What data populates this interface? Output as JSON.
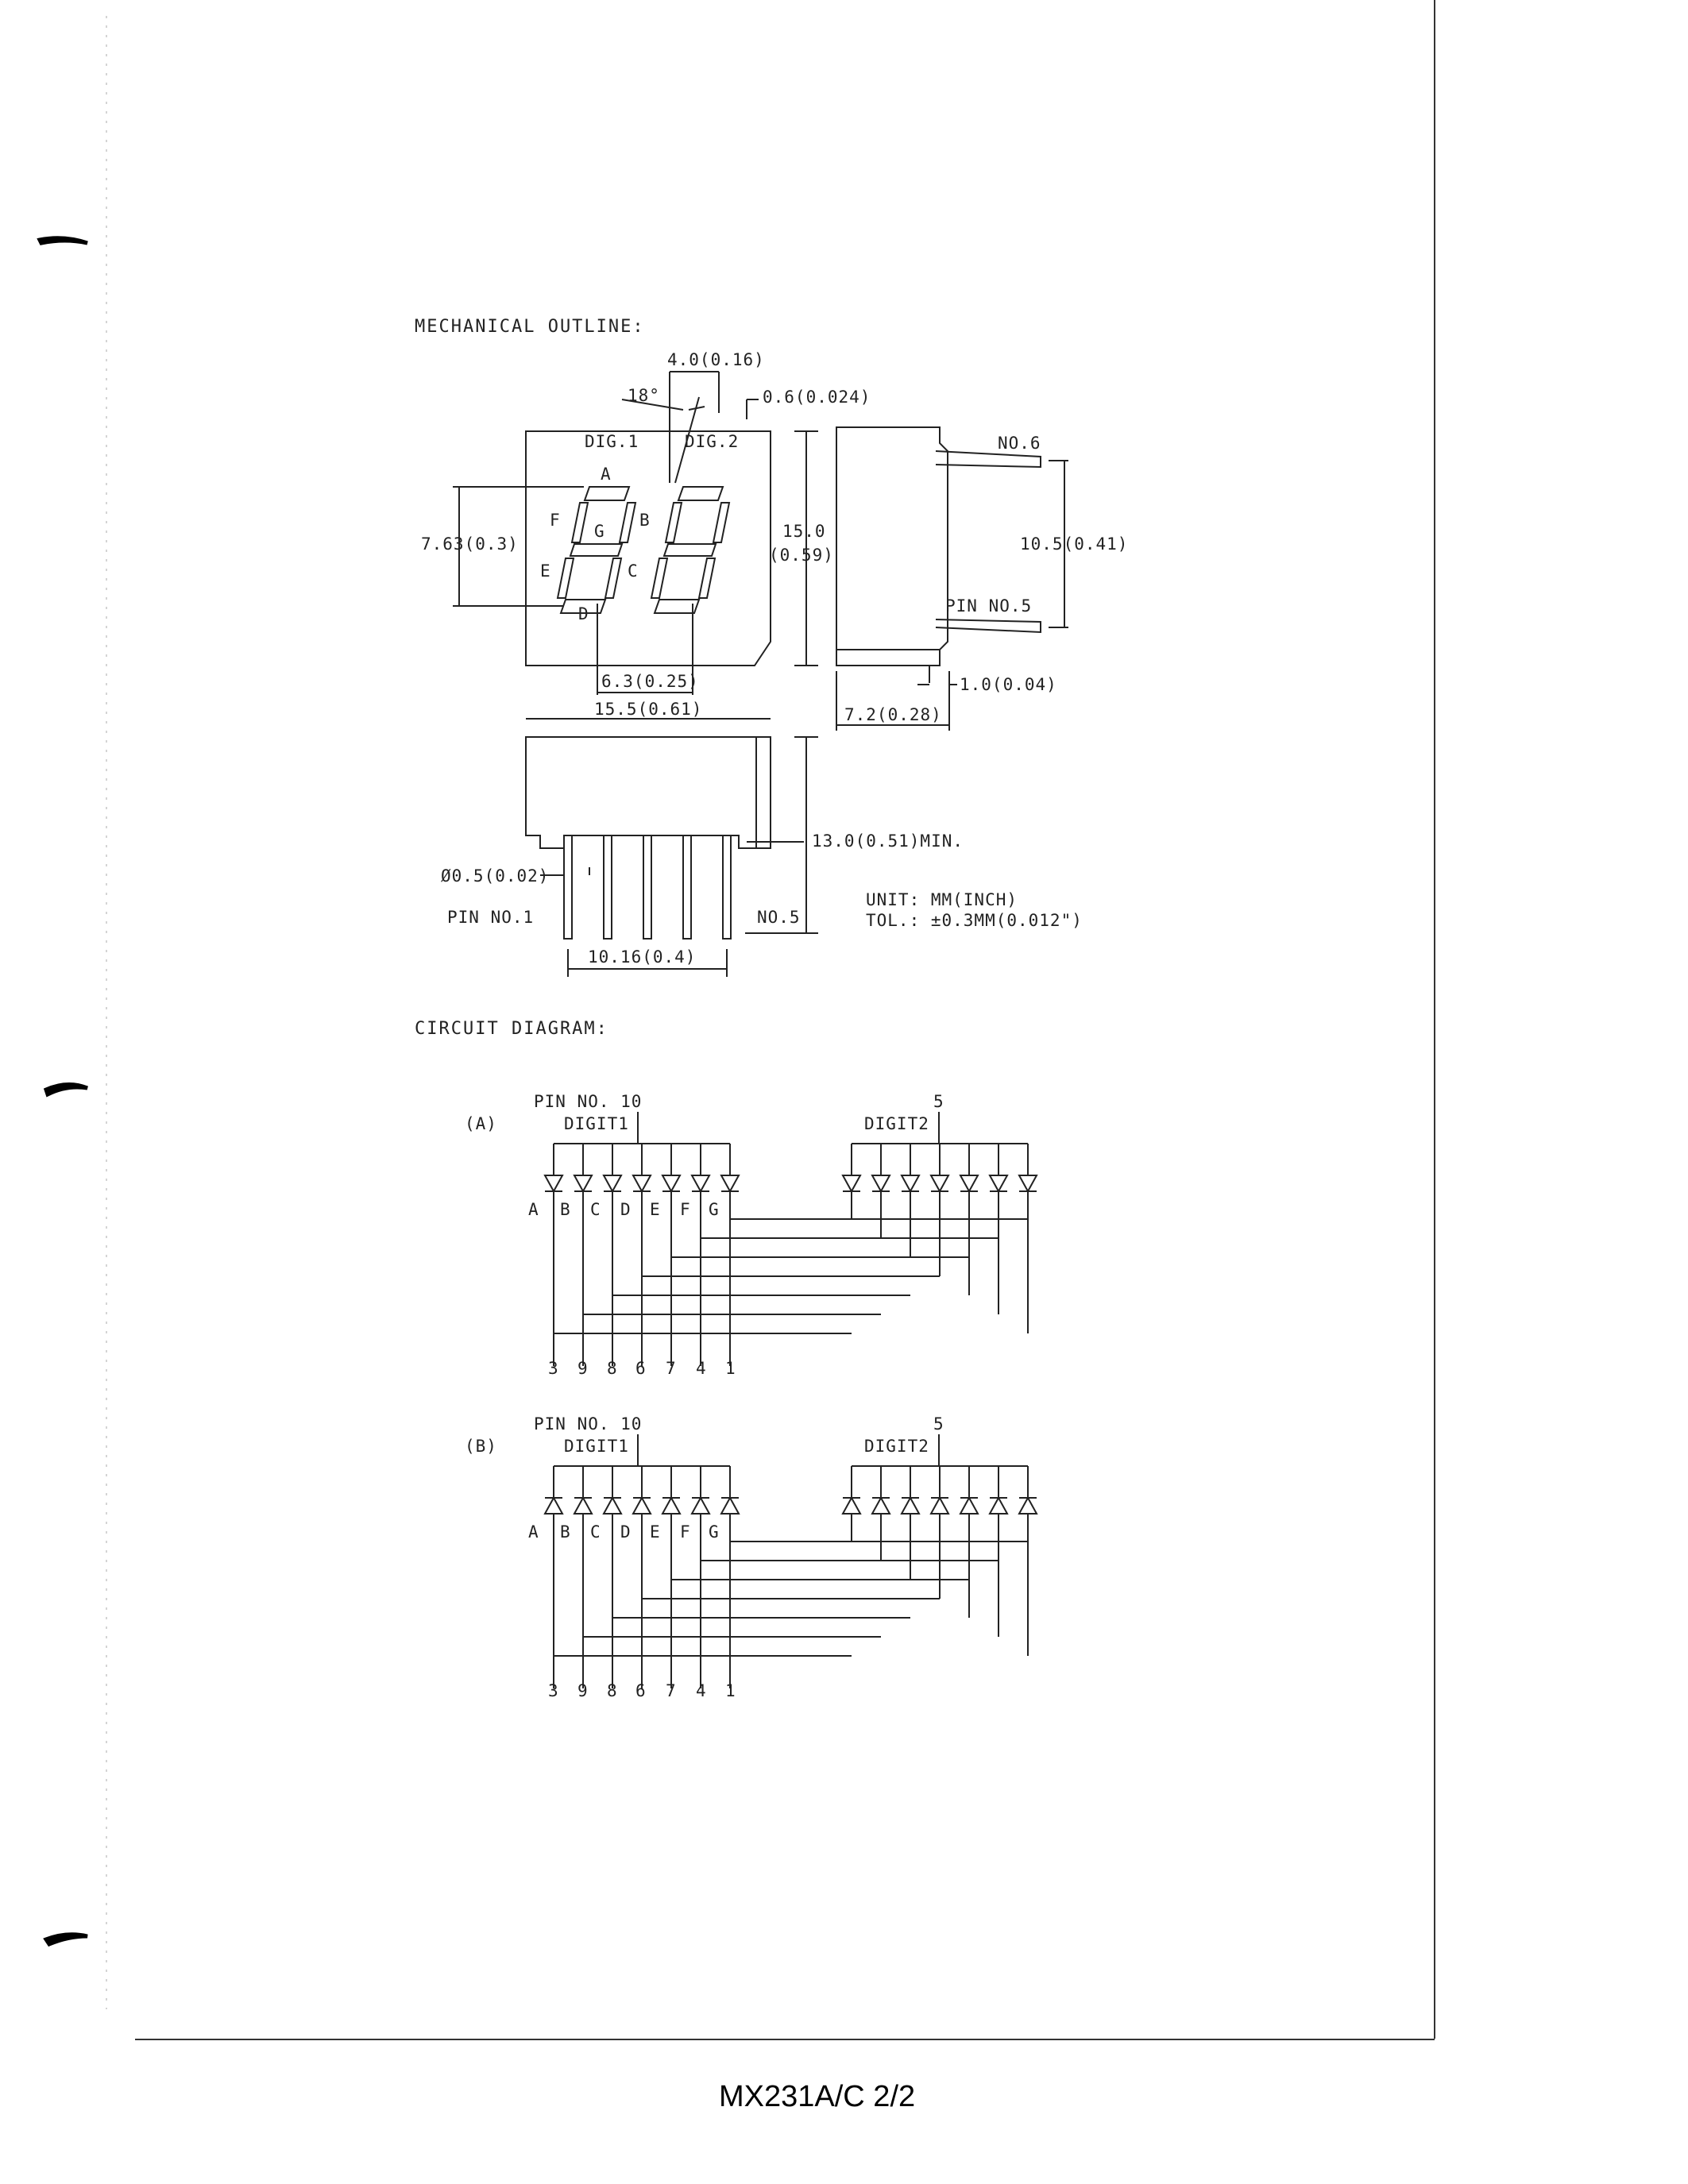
{
  "mechanical": {
    "heading": "MECHANICAL OUTLINE:",
    "dims": {
      "seg_width": "4.0(0.16)",
      "slant": "18°",
      "seg_thick": "0.6(0.024)",
      "dig1": "DIG.1",
      "dig2": "DIG.2",
      "height_char": "7.63(0.3)",
      "height_body_a": "15.0",
      "height_body_b": "(0.59)",
      "pitch_digit": "6.3(0.25)",
      "width_body": "15.5(0.61)",
      "no6": "NO.6",
      "pin_row": "10.5(0.41)",
      "pin_no5": "PIN NO.5",
      "pin_thick": "1.0(0.04)",
      "depth": "7.2(0.28)",
      "lead_len": "13.0(0.51)MIN.",
      "lead_dia": "Ø0.5(0.02)",
      "pin_no1": "PIN NO.1",
      "no5": "NO.5",
      "pin_pitch": "10.16(0.4)",
      "unit": "UNIT: MM(INCH)",
      "tol": "TOL.: ±0.3MM(0.012\")"
    },
    "segment_letters": [
      "A",
      "F",
      "G",
      "B",
      "E",
      "C",
      "D"
    ]
  },
  "circuit": {
    "heading": "CIRCUIT DIAGRAM:",
    "a": {
      "tag": "(A)",
      "pin_common": "PIN NO. 10",
      "pin_right": "5",
      "digit1": "DIGIT1",
      "digit2": "DIGIT2",
      "segments": [
        "A",
        "B",
        "C",
        "D",
        "E",
        "F",
        "G"
      ],
      "pins": [
        "3",
        "9",
        "8",
        "6",
        "7",
        "4",
        "1"
      ]
    },
    "b": {
      "tag": "(B)",
      "pin_common": "PIN NO. 10",
      "pin_right": "5",
      "digit1": "DIGIT1",
      "digit2": "DIGIT2",
      "segments": [
        "A",
        "B",
        "C",
        "D",
        "E",
        "F",
        "G"
      ],
      "pins": [
        "3",
        "9",
        "8",
        "6",
        "7",
        "4",
        "1"
      ]
    }
  },
  "footer": "MX231A/C 2/2"
}
